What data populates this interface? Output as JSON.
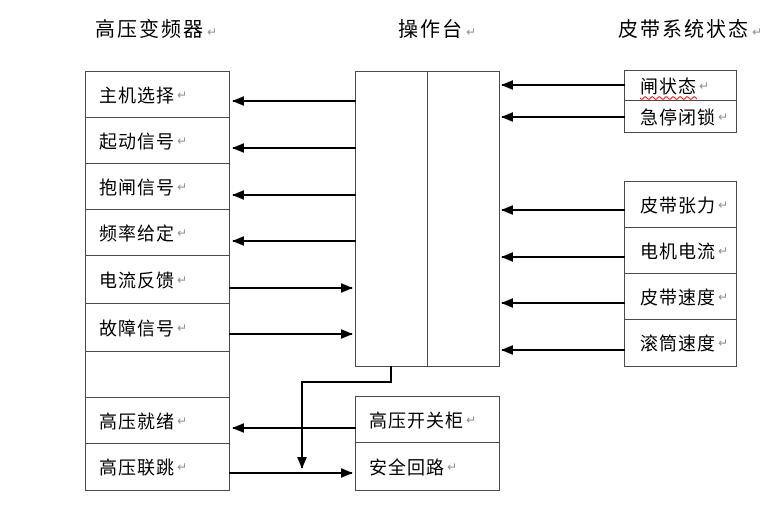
{
  "diagram": {
    "titles": {
      "left": "高压变频器",
      "center": "操作台",
      "right": "皮带系统状态"
    },
    "paragraph_mark": "↵",
    "left_column": {
      "items": [
        {
          "label": "主机选择"
        },
        {
          "label": "起动信号"
        },
        {
          "label": "抱闸信号"
        },
        {
          "label": "频率给定"
        },
        {
          "label": "电流反馈"
        },
        {
          "label": "故障信号"
        },
        {
          "label": ""
        },
        {
          "label": "高压就绪"
        },
        {
          "label": "高压联跳"
        }
      ]
    },
    "right_top_group": {
      "items": [
        {
          "label": "闸状态"
        },
        {
          "label": "急停闭锁"
        }
      ]
    },
    "right_bottom_group": {
      "items": [
        {
          "label": "皮带张力"
        },
        {
          "label": "电机电流"
        },
        {
          "label": "皮带速度"
        },
        {
          "label": "滚筒速度"
        }
      ]
    },
    "bottom_group": {
      "items": [
        {
          "label": "高压开关柜"
        },
        {
          "label": "安全回路"
        }
      ]
    },
    "colors": {
      "box_border": "#4a4a4a",
      "arrow": "#000000",
      "text": "#000000",
      "spellcheck_underline": "#ff0000",
      "paragraph_mark": "#8f8f8f"
    }
  }
}
